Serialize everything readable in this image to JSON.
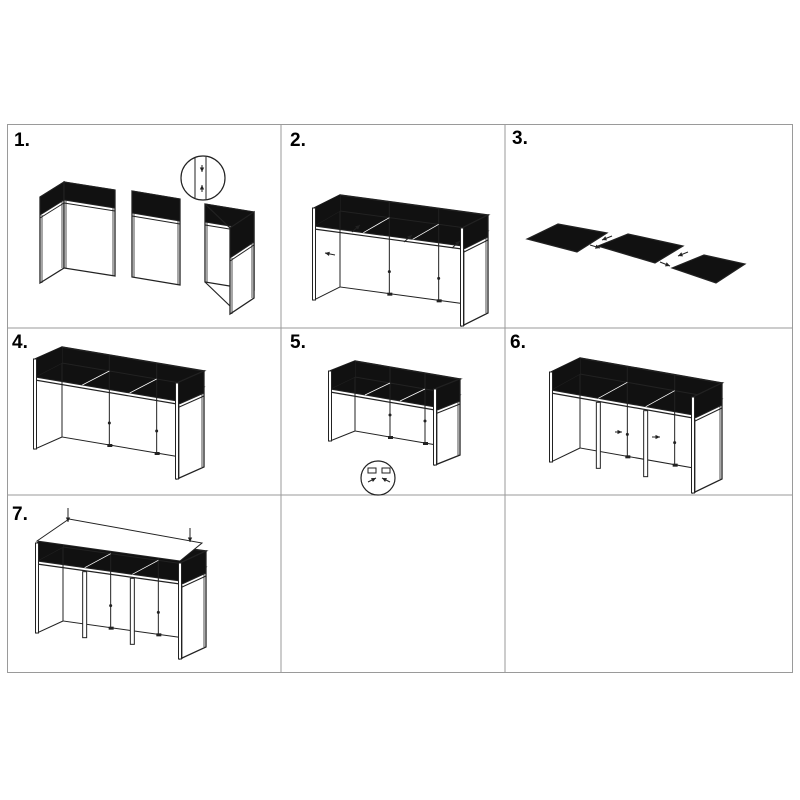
{
  "steps": [
    {
      "label": "1."
    },
    {
      "label": "2."
    },
    {
      "label": "3."
    },
    {
      "label": "4."
    },
    {
      "label": "5."
    },
    {
      "label": "6."
    },
    {
      "label": "7."
    }
  ],
  "colors": {
    "grid": "#9a9a9a",
    "line": "#222222",
    "panel": "#111111"
  }
}
